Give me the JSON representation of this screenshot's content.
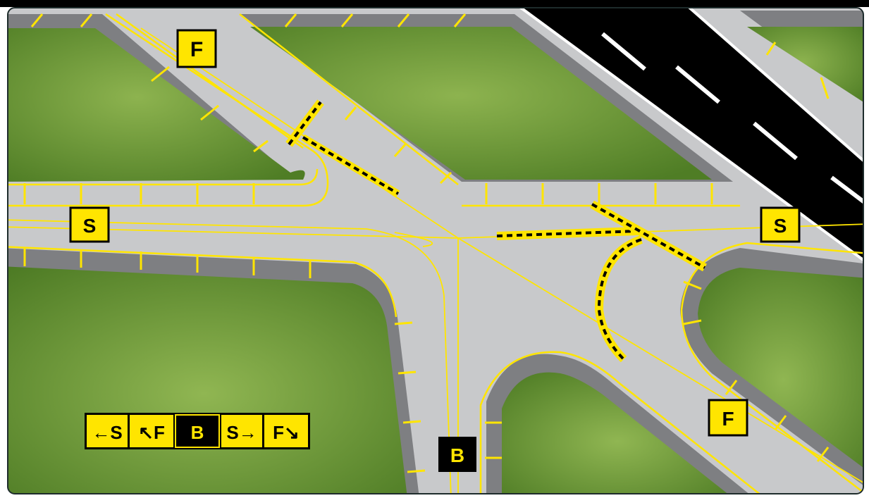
{
  "colors": {
    "grass_dark": "#4f7d25",
    "grass_light": "#8db34f",
    "pavement": "#c8c9cb",
    "shoulder": "#7e7f82",
    "runway": "#000000",
    "marking_yellow": "#ffe500",
    "sign_black": "#000000",
    "frame": "#1e2c2c"
  },
  "signs": {
    "location_f_top": {
      "text": "F",
      "kind": "taxiway-location-marking"
    },
    "location_s_left": {
      "text": "S",
      "kind": "taxiway-location-marking"
    },
    "location_s_right": {
      "text": "S",
      "kind": "taxiway-location-marking"
    },
    "location_f_bottom": {
      "text": "F",
      "kind": "taxiway-location-marking"
    },
    "location_b": {
      "text": "B",
      "kind": "location-sign"
    },
    "direction_array": {
      "panels": [
        {
          "text": "←S",
          "kind": "direction"
        },
        {
          "text": "↖F",
          "kind": "direction"
        },
        {
          "text": "B",
          "kind": "location"
        },
        {
          "text": "S→",
          "kind": "direction"
        },
        {
          "text": "F↘",
          "kind": "direction"
        }
      ]
    }
  }
}
